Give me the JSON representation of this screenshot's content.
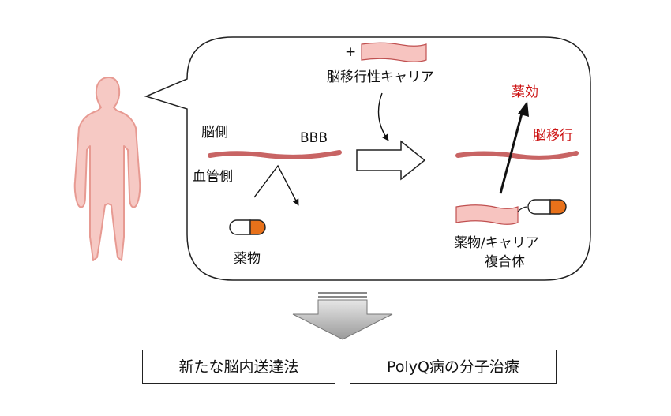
{
  "labels": {
    "plus": "+",
    "carrier": "脳移行性キャリア",
    "brain_side": "脳側",
    "bbb": "BBB",
    "blood_side": "血管側",
    "drug": "薬物",
    "effect": "薬効",
    "brain_transfer": "脳移行",
    "complex_line1": "薬物/キャリア",
    "complex_line2": "複合体"
  },
  "outcomes": {
    "method": "新たな脳内送達法",
    "therapy": "PolyQ病の分子治療"
  },
  "colors": {
    "membrane": "#c86464",
    "carrier_fill": "#f7c4c0",
    "carrier_stroke": "#c05050",
    "capsule_orange": "#e8711a",
    "human_fill": "#f6c9c4",
    "human_stroke": "#e79a92",
    "accent_red": "#cc1111"
  }
}
